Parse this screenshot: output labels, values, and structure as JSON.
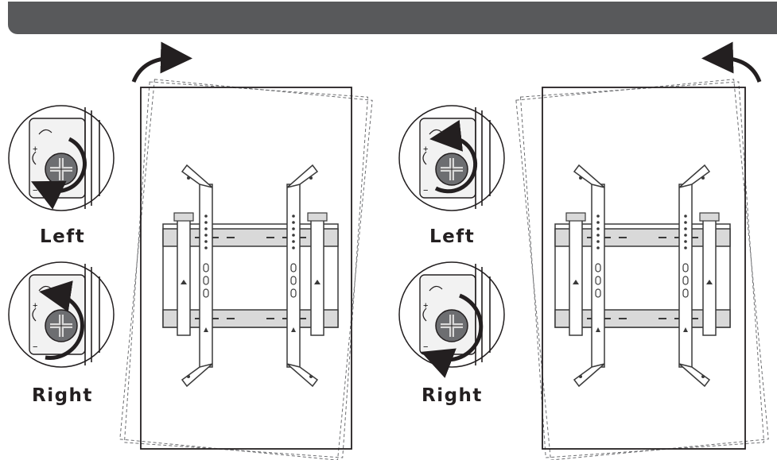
{
  "header": {
    "bar_color": "#58595b"
  },
  "left_panel": {
    "rotation": "clockwise",
    "screw_top": {
      "label": "Left",
      "arrow": "clockwise"
    },
    "screw_bottom": {
      "label": "Right",
      "arrow": "counterclockwise"
    }
  },
  "right_panel": {
    "rotation": "counterclockwise",
    "screw_top": {
      "label": "Left",
      "arrow": "counterclockwise"
    },
    "screw_bottom": {
      "label": "Right",
      "arrow": "clockwise"
    }
  },
  "colors": {
    "ink": "#231f20",
    "mount": "#3a3a3a",
    "plate": "#d9d9d9",
    "screw": "#6d6e71"
  }
}
